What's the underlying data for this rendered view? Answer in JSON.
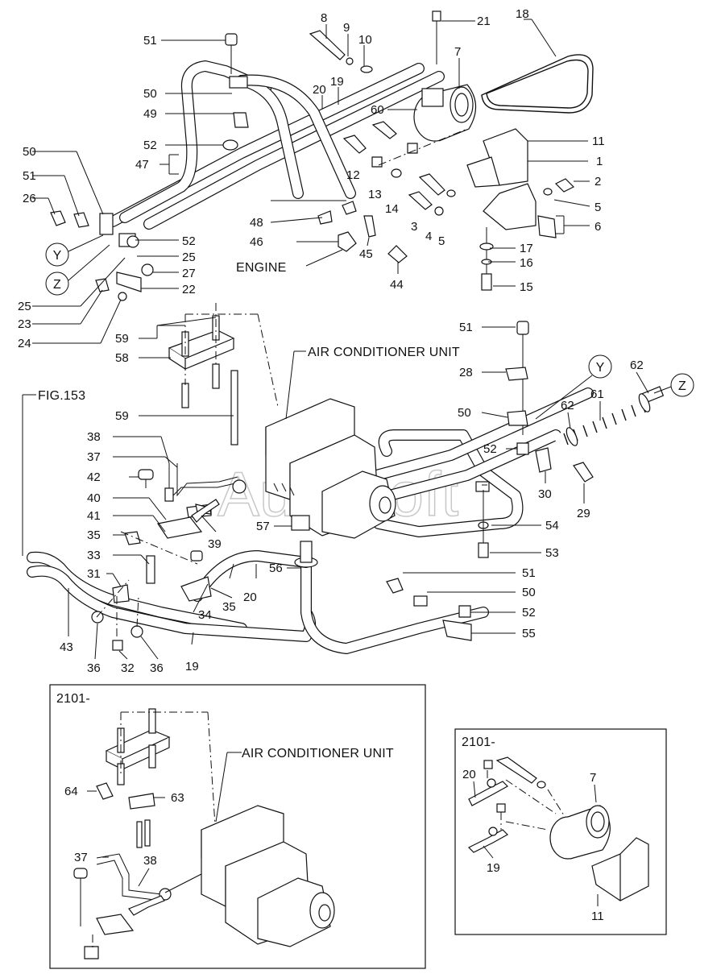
{
  "labels": {
    "engine": "ENGINE",
    "ac_unit_main": "AIR CONDITIONER UNIT",
    "ac_unit_inset": "AIR CONDITIONER UNIT",
    "fig_ref": "FIG.153",
    "inset_left_serial": "2101-",
    "inset_right_serial": "2101-",
    "watermark": "AutoSoft",
    "callout_y1": "Y",
    "callout_z1": "Z",
    "callout_y2": "Y",
    "callout_z2": "Z"
  },
  "part_numbers": {
    "p51a": "51",
    "p8": "8",
    "p9": "9",
    "p10": "10",
    "p21": "21",
    "p18": "18",
    "p7": "7",
    "p50a": "50",
    "p20a": "20",
    "p19a": "19",
    "p60": "60",
    "p49": "49",
    "p11": "11",
    "p52a": "52",
    "p47": "47",
    "p12": "12",
    "p1": "1",
    "p50b": "50",
    "p13": "13",
    "p14": "14",
    "p2": "2",
    "p51b": "51",
    "p26": "26",
    "p3": "3",
    "p4": "4",
    "p5a": "5",
    "p5b": "5",
    "p6": "6",
    "p48": "48",
    "p46": "46",
    "p45": "45",
    "p17": "17",
    "p16": "16",
    "p15": "15",
    "p52b": "52",
    "p25a": "25",
    "p27": "27",
    "p22": "22",
    "p44": "44",
    "p25b": "25",
    "p23": "23",
    "p24": "24",
    "p59a": "59",
    "p58": "58",
    "p51c": "51",
    "p28": "28",
    "p62a": "62",
    "p61": "61",
    "p62b": "62",
    "p59b": "59",
    "p50c": "50",
    "p52c": "52",
    "p30": "30",
    "p29": "29",
    "p38": "38",
    "p37": "37",
    "p42": "42",
    "p40": "40",
    "p39": "39",
    "p57": "57",
    "p41": "41",
    "p54": "54",
    "p35a": "35",
    "p53": "53",
    "p33": "33",
    "p56": "56",
    "p51d": "51",
    "p31": "31",
    "p20b": "20",
    "p50d": "50",
    "p35b": "35",
    "p34": "34",
    "p52d": "52",
    "p55": "55",
    "p43": "43",
    "p36a": "36",
    "p32": "32",
    "p36b": "36",
    "p19b": "19",
    "p64": "64",
    "p63": "63",
    "p37b": "37",
    "p38b": "38",
    "p20c": "20",
    "p7b": "7",
    "p19c": "19",
    "p11b": "11"
  }
}
